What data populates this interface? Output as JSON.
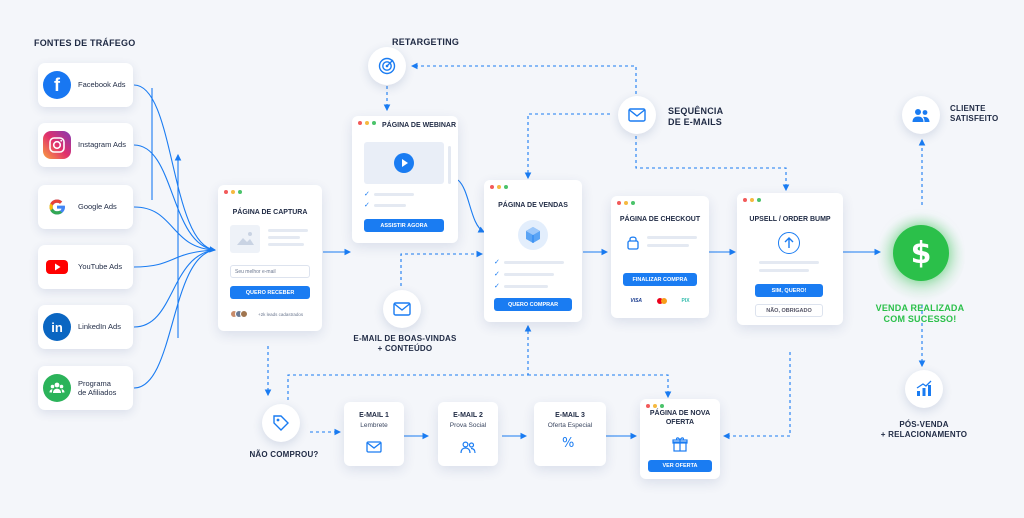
{
  "sources": {
    "title": "FONTES DE TRÁFEGO",
    "items": [
      {
        "label": "Facebook Ads",
        "icon": "facebook-icon"
      },
      {
        "label": "Instagram Ads",
        "icon": "instagram-icon"
      },
      {
        "label": "Google Ads",
        "icon": "google-icon"
      },
      {
        "label": "YouTube Ads",
        "icon": "youtube-icon"
      },
      {
        "label": "LinkedIn Ads",
        "icon": "linkedin-icon"
      },
      {
        "label_line1": "Programa",
        "label_line2": "de Afiliados",
        "icon": "affiliates-icon"
      }
    ]
  },
  "capture_page": {
    "title": "PÁGINA DE CAPTURA",
    "input_placeholder": "Seu melhor e-mail",
    "button": "QUERO RECEBER",
    "social_proof": "+2k leads cadastrados"
  },
  "webinar_page": {
    "title": "PÁGINA DE WEBINAR",
    "button": "ASSISTIR AGORA"
  },
  "retargeting": {
    "label": "RETARGETING",
    "icon": "target-icon"
  },
  "email_sequence": {
    "line1": "SEQUÊNCIA",
    "line2": "DE E-MAILS",
    "icon": "mail-icon"
  },
  "welcome_email": {
    "line1": "E-MAIL DE BOAS-VINDAS",
    "line2": "+ CONTEÚDO",
    "icon": "mail-icon"
  },
  "sales_page": {
    "title": "PÁGINA DE VENDAS",
    "button": "QUERO COMPRAR",
    "icon": "cube-icon"
  },
  "checkout_page": {
    "title": "PÁGINA DE CHECKOUT",
    "button": "FINALIZAR COMPRA",
    "payments": [
      "VISA",
      "mastercard",
      "PIX"
    ],
    "icon": "lock-icon"
  },
  "upsell_page": {
    "title": "UPSELL / ORDER BUMP",
    "accept_button": "SIM, QUERO!",
    "decline_button": "NÃO, OBRIGADO",
    "icon": "arrow-up-icon"
  },
  "sale": {
    "line1": "VENDA REALIZADA",
    "line2": "COM SUCESSO!",
    "icon": "dollar-icon",
    "color": "#2bc04a"
  },
  "satisfied_customer": {
    "line1": "CLIENTE",
    "line2": "SATISFEITO",
    "icon": "users-icon"
  },
  "post_sale": {
    "line1": "PÓS-VENDA",
    "line2": "+ RELACIONAMENTO",
    "icon": "growth-chart-icon"
  },
  "not_bought": {
    "label": "NÃO COMPROU?",
    "icon": "tag-icon"
  },
  "followup_emails": [
    {
      "title": "E-MAIL 1",
      "subtitle": "Lembrete",
      "icon": "mail-icon"
    },
    {
      "title": "E-MAIL 2",
      "subtitle": "Prova Social",
      "icon": "users-icon"
    },
    {
      "title": "E-MAIL 3",
      "subtitle": "Oferta Especial",
      "icon": "percent-icon"
    }
  ],
  "new_offer": {
    "line1": "PÁGINA DE NOVA",
    "line2": "OFERTA",
    "button": "VER OFERTA",
    "icon": "gift-icon"
  },
  "colors": {
    "accent": "#1a7cf2",
    "success": "#2bc04a",
    "background": "#f4f6fa"
  }
}
